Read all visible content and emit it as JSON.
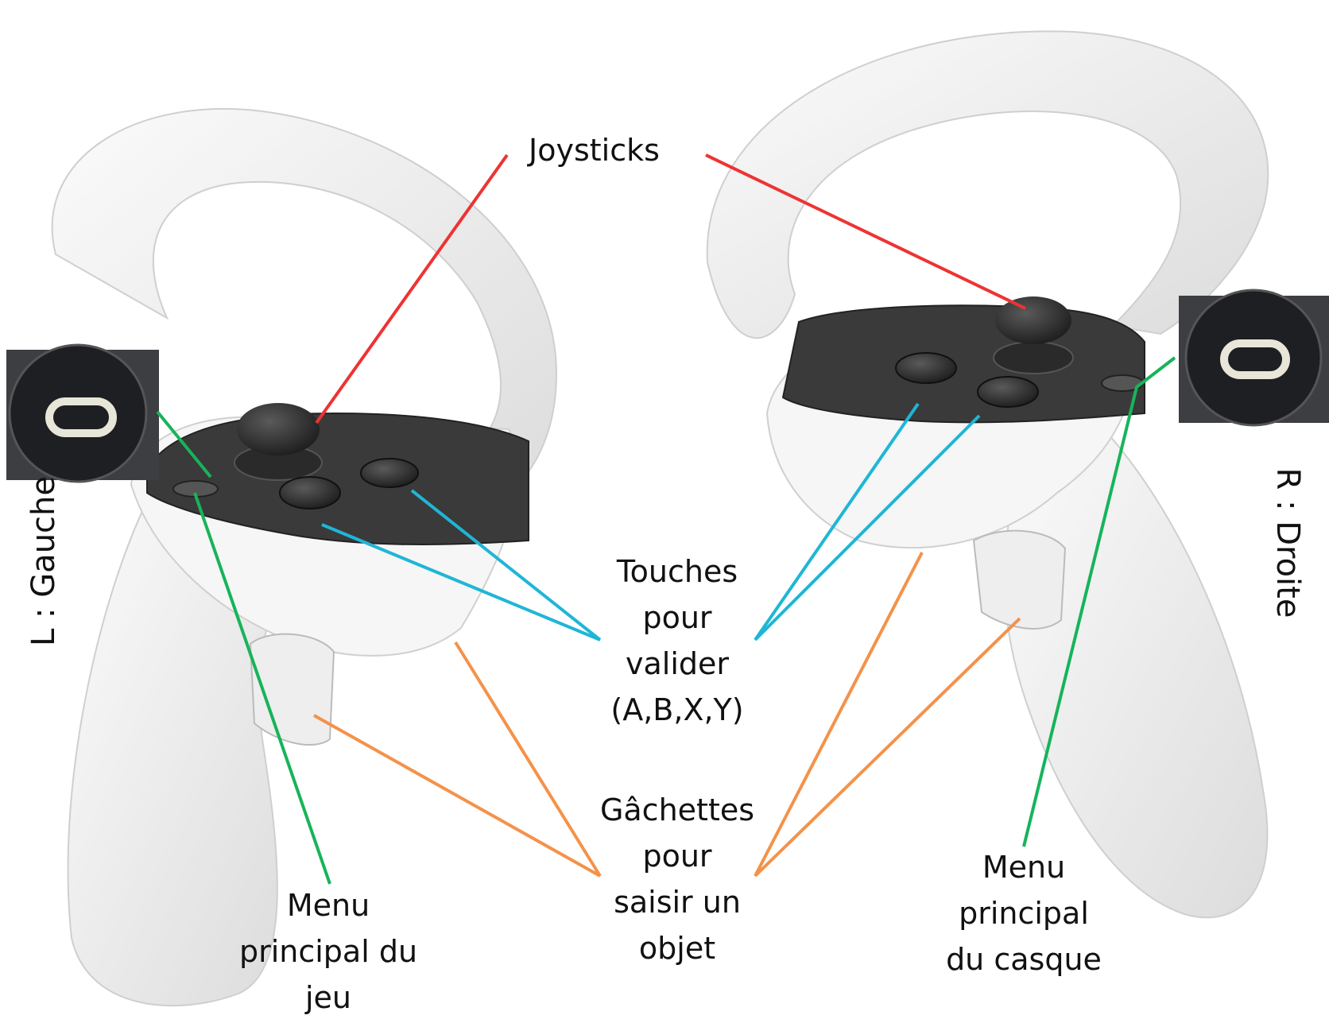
{
  "labels": {
    "joysticks": "Joysticks",
    "touches": [
      "Touches",
      "pour",
      "valider",
      "(A,B,X,Y)"
    ],
    "gachettes": [
      "Gâchettes",
      "pour",
      "saisir un",
      "objet"
    ],
    "menu_jeu": [
      "Menu",
      "principal du",
      "jeu"
    ],
    "menu_casque": [
      "Menu",
      "principal",
      "du casque"
    ],
    "left_side": "L : Gauche",
    "right_side": "R : Droite"
  },
  "colors": {
    "joysticks": "#ee3333",
    "touches": "#1fb6d6",
    "gachettes": "#f4924a",
    "menu": "#17b45a",
    "controller_body": "#f2f2f2",
    "controller_face": "#3a3a3a"
  },
  "icons": {
    "menu_button": "oculus-menu-button-icon"
  }
}
